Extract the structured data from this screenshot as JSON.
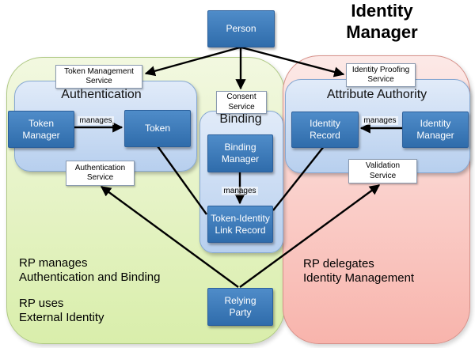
{
  "title": "Identity\nManager",
  "colors": {
    "node_top": "#4f8cc9",
    "node_bottom": "#2f6cab",
    "node_border": "#2b5f9b",
    "panel_top": "#e1ebf9",
    "panel_bottom": "#b7cfee",
    "panel_border": "#86a8d2",
    "green_top": "#f2f8e0",
    "green_bottom": "#d9eeab",
    "green_border": "#aec883",
    "pink_top": "#fce9e7",
    "pink_bottom": "#f8b4ac",
    "pink_border": "#d69089",
    "service_bg": "#ffffff",
    "service_border": "#8a9ab0",
    "arrow": "#000000"
  },
  "sections": {
    "authentication": "Authentication",
    "binding": "Binding",
    "attribute_authority": "Attribute Authority"
  },
  "nodes": {
    "person": "Person",
    "token_manager": "Token\nManager",
    "token": "Token",
    "binding_manager": "Binding\nManager",
    "link_record": "Token-Identity\nLink Record",
    "identity_record": "Identity\nRecord",
    "identity_manager": "Identity\nManager",
    "relying_party": "Relying\nParty"
  },
  "services": {
    "token_management": "Token Management\nService",
    "consent": "Consent\nService",
    "identity_proofing": "Identity Proofing\nService",
    "authentication": "Authentication\nService",
    "validation": "Validation\nService"
  },
  "edge_labels": {
    "manages_left": "manages",
    "manages_middle": "manages",
    "manages_right": "manages"
  },
  "notes": {
    "rp_manages": "RP manages\nAuthentication and Binding",
    "rp_uses": "RP uses\nExternal Identity",
    "rp_delegates": "RP delegates\nIdentity Management"
  }
}
